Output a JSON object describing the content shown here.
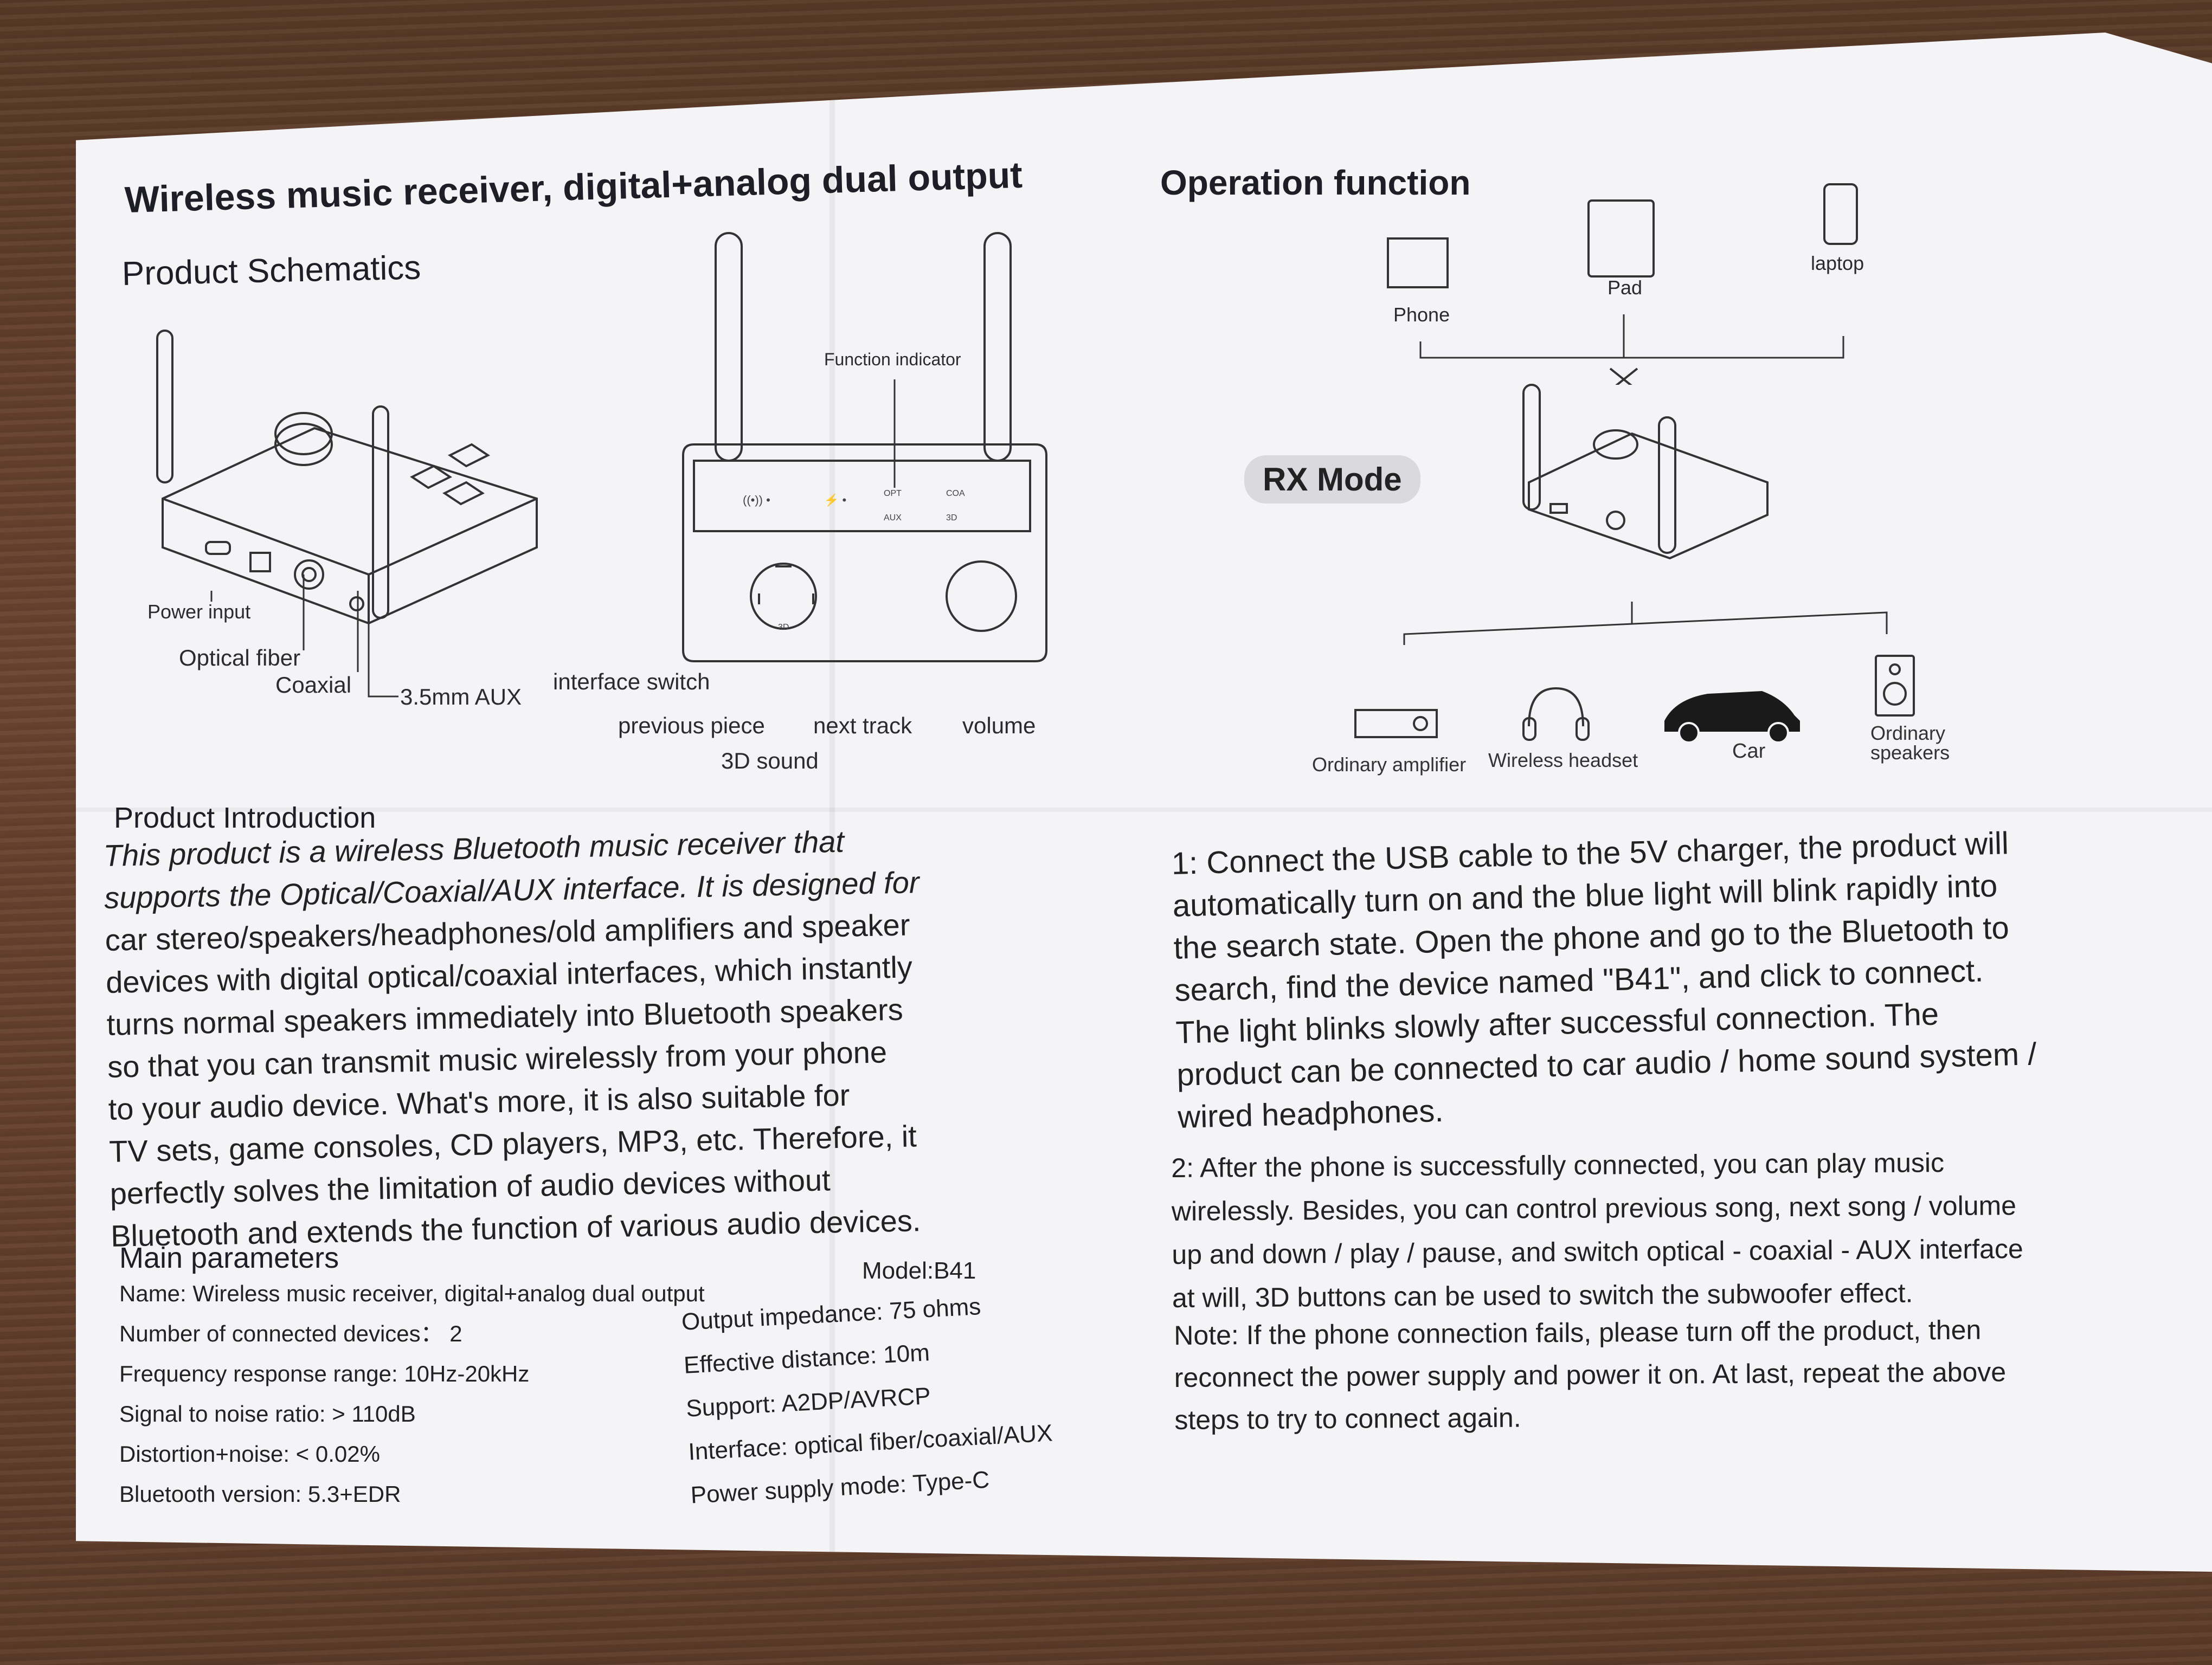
{
  "left": {
    "title": "Wireless music receiver, digital+analog dual output",
    "schematics_heading": "Product Schematics",
    "labels": {
      "power_input": "Power input",
      "optical_fiber": "Optical fiber",
      "coaxial": "Coaxial",
      "aux": "3.5mm AUX",
      "interface_switch": "interface switch",
      "function_indicator": "Function indicator",
      "previous_piece": "previous piece",
      "next_track": "next track",
      "volume": "volume",
      "sound_3d": "3D sound"
    },
    "panel_marks": {
      "opt": "OPT",
      "coa": "COA",
      "aux": "AUX",
      "d3": "3D",
      "btn3d": "3D"
    },
    "intro_heading": "Product Introduction",
    "intro_lines": [
      "This product is a wireless Bluetooth music receiver that",
      "supports the Optical/Coaxial/AUX interface. It is designed for",
      "car stereo/speakers/headphones/old amplifiers and speaker",
      "devices with digital optical/coaxial interfaces, which instantly",
      "turns normal speakers immediately into Bluetooth speakers",
      "so that you can transmit music wirelessly from your phone",
      "to your audio device. What's more, it is also suitable for",
      "TV sets, game consoles, CD players, MP3, etc. Therefore, it",
      "perfectly solves the limitation of audio devices without",
      "Bluetooth and extends the function of various audio devices."
    ],
    "params_heading": "Main parameters",
    "model": "Model:B41",
    "params_left": [
      "Name: Wireless music receiver, digital+analog dual output",
      "Number of connected devices： 2",
      "Frequency response range: 10Hz-20kHz",
      "Signal to noise ratio: > 110dB",
      "Distortion+noise: < 0.02%",
      "Bluetooth version: 5.3+EDR"
    ],
    "params_right": [
      "Output impedance: 75 ohms",
      "Effective distance: 10m",
      "Support: A2DP/AVRCP",
      "Interface: optical fiber/coaxial/AUX",
      "Power supply mode: Type-C"
    ]
  },
  "right": {
    "title": "Operation function",
    "sources": {
      "phone": "Phone",
      "pad": "Pad",
      "laptop": "laptop"
    },
    "mode": "RX Mode",
    "outputs": {
      "amplifier": "Ordinary amplifier",
      "headset": "Wireless headset",
      "car": "Car",
      "speakers_1": "Ordinary",
      "speakers_2": "speakers"
    },
    "step1_lines": [
      "1: Connect the USB cable to the 5V charger, the product will",
      "automatically turn on and the blue light will blink rapidly into",
      "the search state. Open the phone and go to the Bluetooth to",
      "search, find the device named \"B41\", and click to connect.",
      "The light blinks slowly after successful connection. The",
      "product can be connected to car audio / home sound system /",
      "wired headphones."
    ],
    "step2_lines": [
      "2: After the phone is successfully connected, you can play music",
      "wirelessly. Besides, you can control previous song, next song / volume",
      "up and down / play / pause, and switch optical - coaxial - AUX interface",
      "at will, 3D buttons can be used to switch the subwoofer effect."
    ],
    "note_lines": [
      "Note: If the phone connection fails, please turn off the product, then",
      "reconnect the power supply and power it on. At last, repeat the above",
      "steps to try to connect again."
    ]
  }
}
